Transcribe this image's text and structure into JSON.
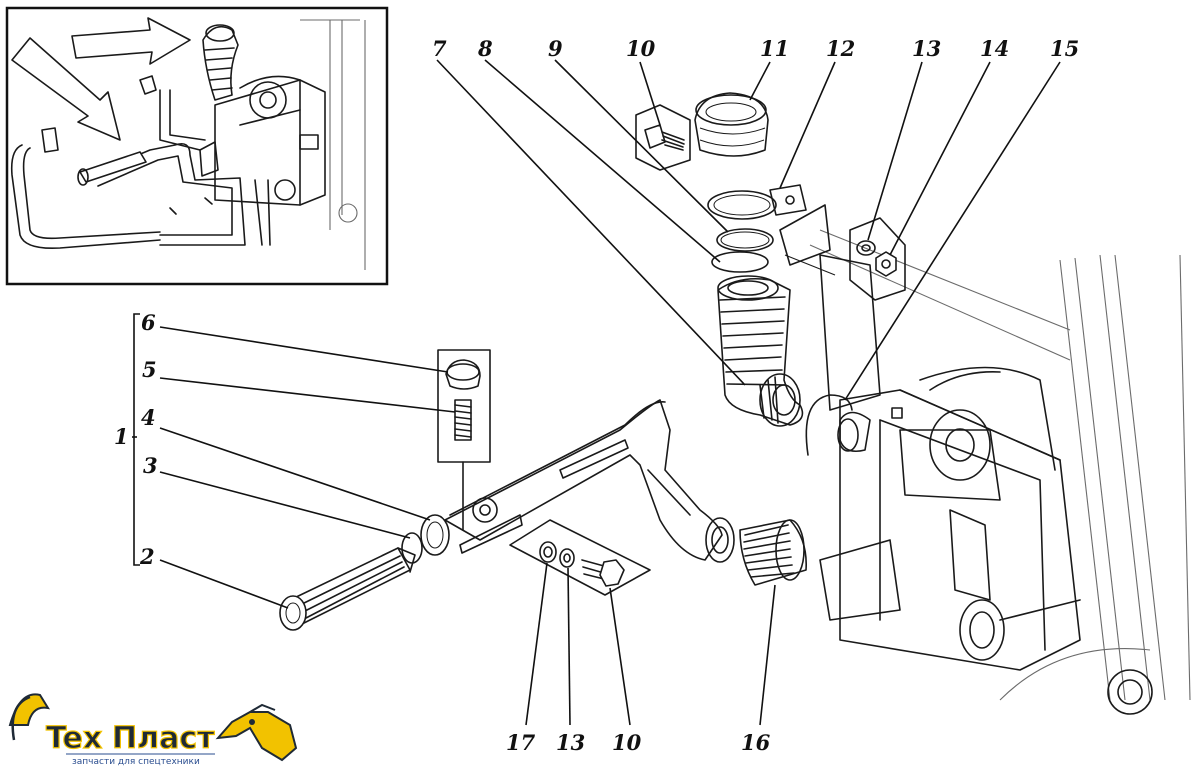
{
  "callouts": {
    "c1": "1",
    "c2": "2",
    "c3": "3",
    "c4": "4",
    "c5": "5",
    "c6": "6",
    "c7": "7",
    "c8": "8",
    "c9": "9",
    "c10_top": "10",
    "c11": "11",
    "c12": "12",
    "c13_top": "13",
    "c14": "14",
    "c15": "15",
    "c16": "16",
    "c17": "17",
    "c13_bottom": "13",
    "c10_bottom": "10"
  },
  "logo": {
    "brand_part1": "Tex",
    "brand_part2": "Пласт",
    "tagline": "запчасти для спецтехники",
    "colors": {
      "yellow": "#f2c200",
      "dark": "#1f2a36",
      "blue": "#2a4d8f"
    }
  },
  "colors": {
    "ink": "#1a1a1a",
    "paper": "#ffffff",
    "ghost": "#6b6b6b"
  }
}
